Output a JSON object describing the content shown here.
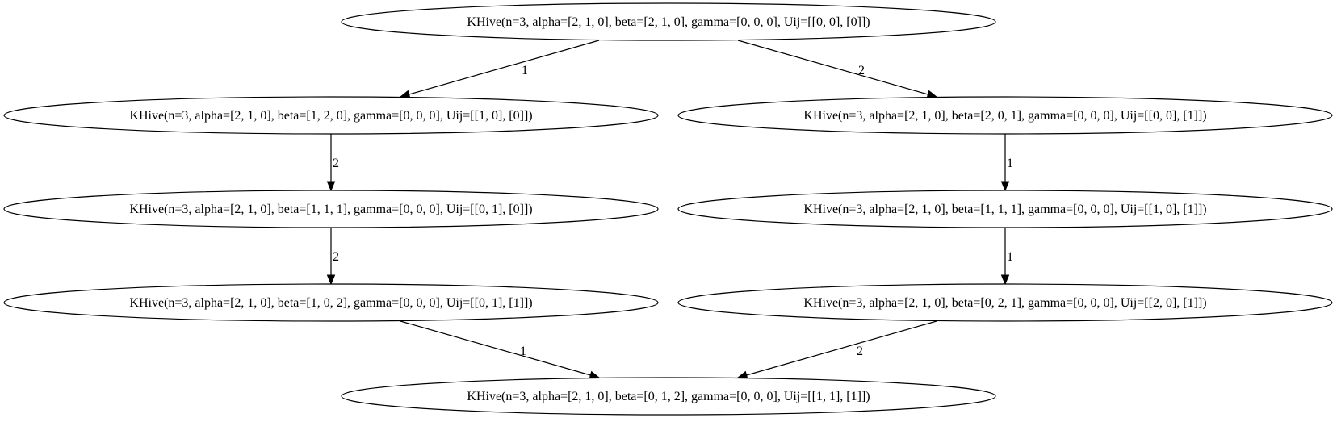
{
  "nodes": [
    {
      "id": "n0",
      "label": "KHive(n=3, alpha=[2, 1, 0], beta=[2, 1, 0], gamma=[0, 0, 0], Uij=[[0, 0], [0]])"
    },
    {
      "id": "n1",
      "label": "KHive(n=3, alpha=[2, 1, 0], beta=[1, 2, 0], gamma=[0, 0, 0], Uij=[[1, 0], [0]])"
    },
    {
      "id": "n2",
      "label": "KHive(n=3, alpha=[2, 1, 0], beta=[2, 0, 1], gamma=[0, 0, 0], Uij=[[0, 0], [1]])"
    },
    {
      "id": "n3",
      "label": "KHive(n=3, alpha=[2, 1, 0], beta=[1, 1, 1], gamma=[0, 0, 0], Uij=[[0, 1], [0]])"
    },
    {
      "id": "n4",
      "label": "KHive(n=3, alpha=[2, 1, 0], beta=[1, 1, 1], gamma=[0, 0, 0], Uij=[[1, 0], [1]])"
    },
    {
      "id": "n5",
      "label": "KHive(n=3, alpha=[2, 1, 0], beta=[1, 0, 2], gamma=[0, 0, 0], Uij=[[0, 1], [1]])"
    },
    {
      "id": "n6",
      "label": "KHive(n=3, alpha=[2, 1, 0], beta=[0, 2, 1], gamma=[0, 0, 0], Uij=[[2, 0], [1]])"
    },
    {
      "id": "n7",
      "label": "KHive(n=3, alpha=[2, 1, 0], beta=[0, 1, 2], gamma=[0, 0, 0], Uij=[[1, 1], [1]])"
    }
  ],
  "edges": [
    {
      "from": "n0",
      "to": "n1",
      "label": "1"
    },
    {
      "from": "n0",
      "to": "n2",
      "label": "2"
    },
    {
      "from": "n1",
      "to": "n3",
      "label": "2"
    },
    {
      "from": "n2",
      "to": "n4",
      "label": "1"
    },
    {
      "from": "n3",
      "to": "n5",
      "label": "2"
    },
    {
      "from": "n4",
      "to": "n6",
      "label": "1"
    },
    {
      "from": "n5",
      "to": "n7",
      "label": "1"
    },
    {
      "from": "n6",
      "to": "n7",
      "label": "2"
    }
  ]
}
